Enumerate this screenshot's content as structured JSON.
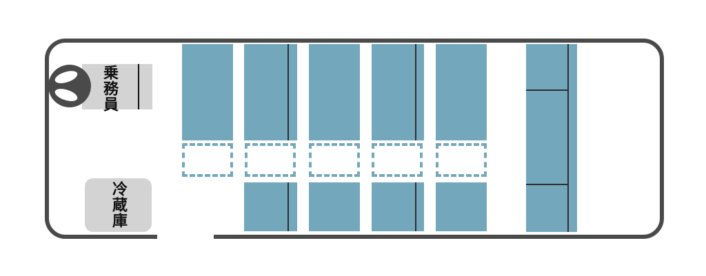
{
  "labels": {
    "crew_seat": "乗務員",
    "refrigerator": "冷蔵庫"
  },
  "colors": {
    "seat_fill": "#73a8bc",
    "outline": "#4a4a4a",
    "equipment_fill": "#d3d3d3",
    "divider_line": "#2e2e2e",
    "text": "#111111",
    "background": "#ffffff"
  },
  "structure": {
    "diagram_type": "bus floor plan",
    "upper_berth_blocks": 5,
    "lower_berth_blocks": 4,
    "dashed_floor_spaces": 5,
    "rear_block_sections": 3,
    "door_gap_in_bottom_edge": 1
  }
}
